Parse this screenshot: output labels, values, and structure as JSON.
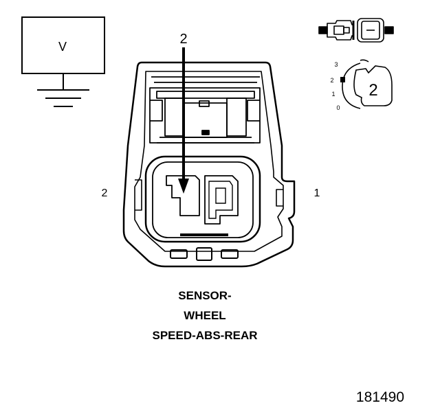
{
  "device_box": {
    "label": "V"
  },
  "connector": {
    "terminal_labels": {
      "left": "2",
      "right": "1"
    },
    "pointer_label": "2"
  },
  "locator": {
    "scale_labels": [
      "3",
      "2",
      "1",
      "0"
    ],
    "position_label": "2"
  },
  "caption": {
    "lines": [
      "SENSOR-",
      "WHEEL",
      "SPEED-ABS-REAR"
    ]
  },
  "figure_number": "181490",
  "colors": {
    "ink": "#000000",
    "paper": "#ffffff"
  }
}
